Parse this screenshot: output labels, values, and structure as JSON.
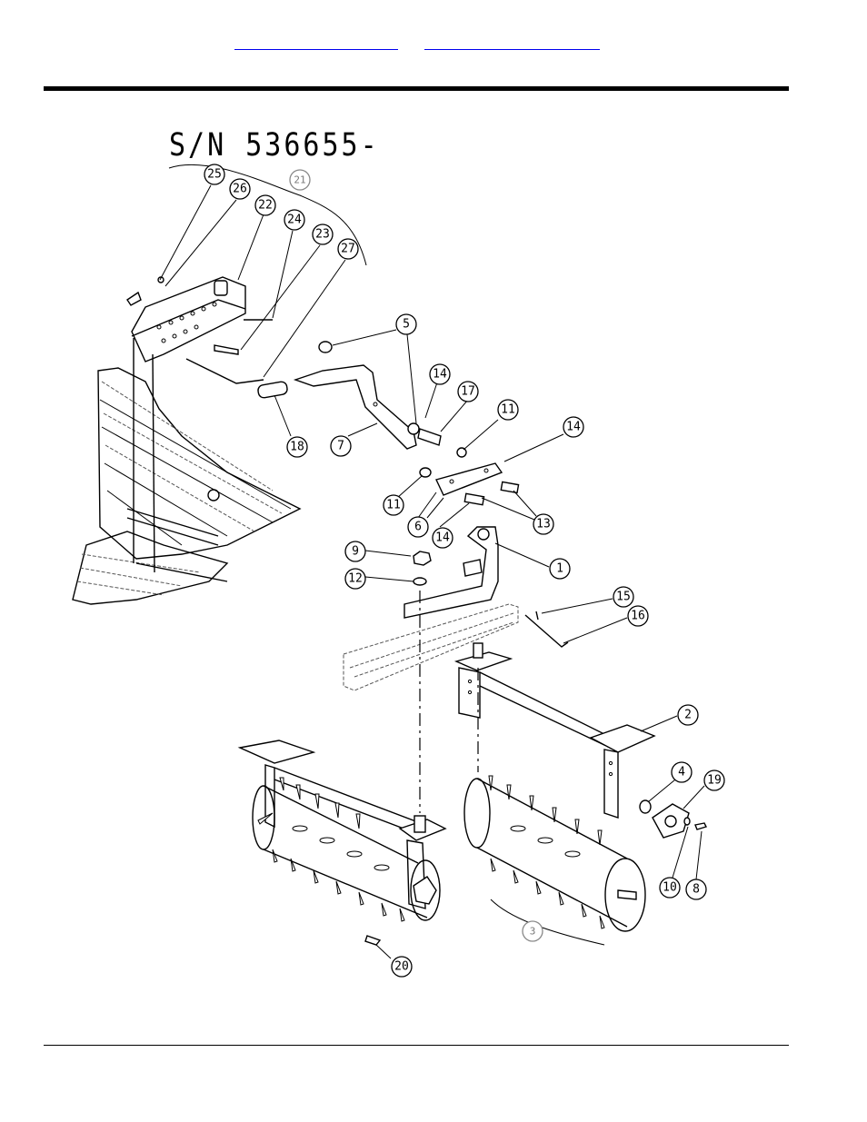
{
  "header": {
    "link_left": "",
    "link_right": ""
  },
  "figure": {
    "serial_label": "S/N 536655-",
    "callouts": [
      "25",
      "26",
      "21",
      "22",
      "24",
      "23",
      "27",
      "5",
      "14",
      "17",
      "11",
      "14",
      "18",
      "7",
      "11",
      "6",
      "14",
      "13",
      "9",
      "1",
      "12",
      "15",
      "16",
      "2",
      "4",
      "19",
      "10",
      "8",
      "3",
      "20"
    ]
  }
}
